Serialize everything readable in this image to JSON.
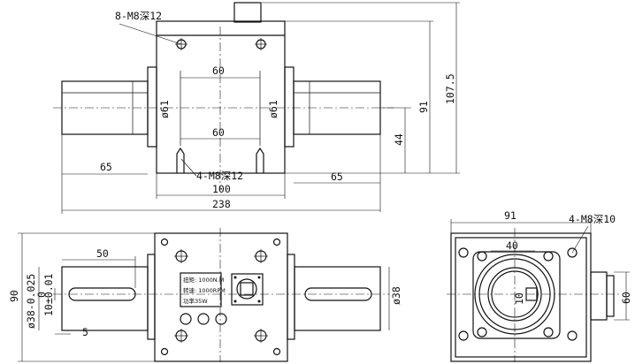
{
  "dimensions": {
    "top_holes": "8-M8深12",
    "top_spacing_upper": "60",
    "top_spacing_lower": "60",
    "top_dia_left": "ø61",
    "top_dia_right": "ø61",
    "bottom_holes": "4-M8深12",
    "shaft_left_len": "65",
    "shaft_right_len": "65",
    "body_width": "100",
    "overall_len": "238",
    "height_44": "44",
    "height_91": "91",
    "height_107": "107.5",
    "front_height": "90",
    "shaft_dia": "ø38-0.025",
    "shaft_dia_tol": "0",
    "key_width": "10±0.01",
    "key_offset": "50",
    "key_start": "5",
    "right_shaft_dia": "ø38",
    "side_width": "91",
    "side_holes": "4-M8深10",
    "side_inner": "40",
    "side_key": "10",
    "side_height": "60"
  },
  "nameplate": {
    "line1": "扭矩: 1000N.M",
    "line2": "转速: 1000RPM",
    "line3": "功率35W"
  }
}
